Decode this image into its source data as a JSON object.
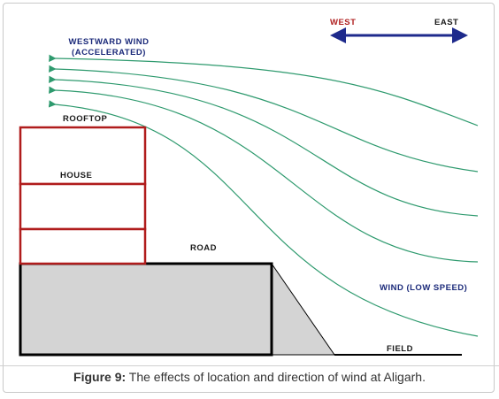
{
  "diagram": {
    "direction_west": "WEST",
    "direction_east": "EAST",
    "westward_wind_line1": "WESTWARD WIND",
    "westward_wind_line2": "(ACCELERATED)",
    "rooftop": "ROOFTOP",
    "house": "HOUSE",
    "road": "ROAD",
    "wind_low_speed": "WIND (LOW SPEED)",
    "field": "FIELD"
  },
  "caption": {
    "label": "Figure 9:",
    "text": " The effects of location and direction of wind at Aligarh."
  },
  "colors": {
    "wind_lines": "#2e9a6e",
    "house_outline": "#b01c1c",
    "terrain_fill": "#d4d4d4",
    "direction_arrow": "#1e2a8c",
    "label_blue": "#1b2a7a",
    "label_red": "#b02020"
  }
}
